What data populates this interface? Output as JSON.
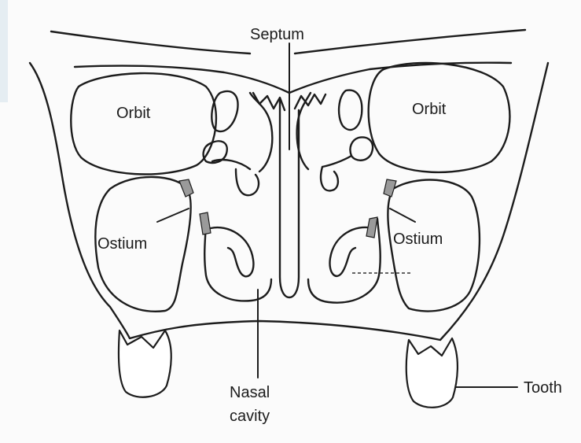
{
  "labels": {
    "septum": "Septum",
    "orbit_left": "Orbit",
    "orbit_right": "Orbit",
    "ostium_left": "Ostium",
    "ostium_right": "Ostium",
    "nasal_line1": "Nasal",
    "nasal_line2": "cavity",
    "tooth": "Tooth"
  },
  "colors": {
    "line": "#1c1c1c",
    "ostium_shading": "#9a9a9a"
  }
}
